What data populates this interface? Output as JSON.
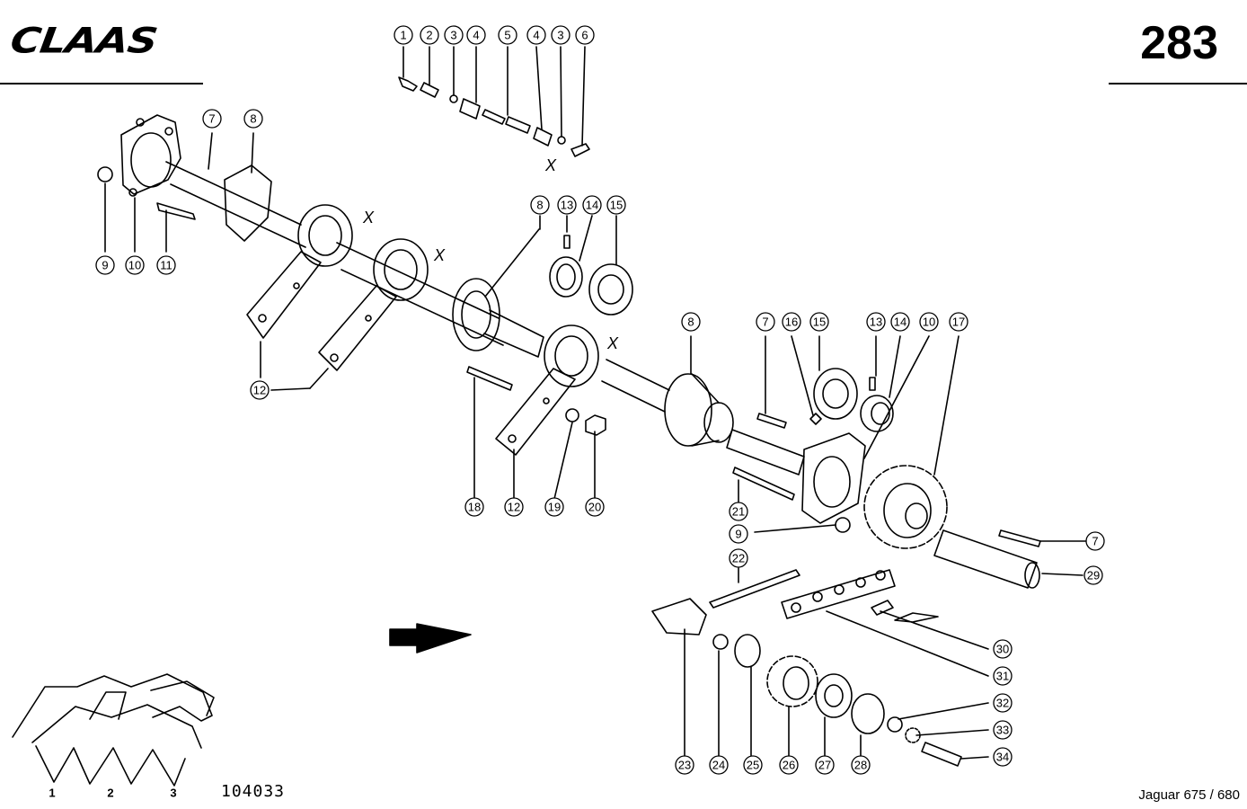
{
  "header": {
    "brand_logo_text": "CLAAS",
    "page_number": "283"
  },
  "footer": {
    "drawing_number": "104033",
    "model": "Jaguar 675 / 680"
  },
  "header_attachment_labels": [
    "1",
    "2",
    "3"
  ],
  "assembly_marker": "X",
  "callouts": [
    {
      "id": "c-top-1",
      "label": "1"
    },
    {
      "id": "c-top-2",
      "label": "2"
    },
    {
      "id": "c-top-3a",
      "label": "3"
    },
    {
      "id": "c-top-4a",
      "label": "4"
    },
    {
      "id": "c-top-5",
      "label": "5"
    },
    {
      "id": "c-top-4b",
      "label": "4"
    },
    {
      "id": "c-top-3b",
      "label": "3"
    },
    {
      "id": "c-top-6",
      "label": "6"
    },
    {
      "id": "c-l-7",
      "label": "7"
    },
    {
      "id": "c-l-8",
      "label": "8"
    },
    {
      "id": "c-l-9",
      "label": "9"
    },
    {
      "id": "c-l-10",
      "label": "10"
    },
    {
      "id": "c-l-11",
      "label": "11"
    },
    {
      "id": "c-m-8",
      "label": "8"
    },
    {
      "id": "c-m-13",
      "label": "13"
    },
    {
      "id": "c-m-14",
      "label": "14"
    },
    {
      "id": "c-m-15",
      "label": "15"
    },
    {
      "id": "c-l-12",
      "label": "12"
    },
    {
      "id": "c-r-8",
      "label": "8"
    },
    {
      "id": "c-r-7",
      "label": "7"
    },
    {
      "id": "c-r-16",
      "label": "16"
    },
    {
      "id": "c-r-15",
      "label": "15"
    },
    {
      "id": "c-r-13",
      "label": "13"
    },
    {
      "id": "c-r-14",
      "label": "14"
    },
    {
      "id": "c-r-10",
      "label": "10"
    },
    {
      "id": "c-r-17",
      "label": "17"
    },
    {
      "id": "c-m-18",
      "label": "18"
    },
    {
      "id": "c-m-12",
      "label": "12"
    },
    {
      "id": "c-m-19",
      "label": "19"
    },
    {
      "id": "c-m-20",
      "label": "20"
    },
    {
      "id": "c-r-21",
      "label": "21"
    },
    {
      "id": "c-r-9",
      "label": "9"
    },
    {
      "id": "c-r-7b",
      "label": "7"
    },
    {
      "id": "c-r-29",
      "label": "29"
    },
    {
      "id": "c-r-22",
      "label": "22"
    },
    {
      "id": "c-r-30",
      "label": "30"
    },
    {
      "id": "c-r-31",
      "label": "31"
    },
    {
      "id": "c-r-32",
      "label": "32"
    },
    {
      "id": "c-r-33",
      "label": "33"
    },
    {
      "id": "c-r-34",
      "label": "34"
    },
    {
      "id": "c-b-23",
      "label": "23"
    },
    {
      "id": "c-b-24",
      "label": "24"
    },
    {
      "id": "c-b-25",
      "label": "25"
    },
    {
      "id": "c-b-26",
      "label": "26"
    },
    {
      "id": "c-b-27",
      "label": "27"
    },
    {
      "id": "c-b-28",
      "label": "28"
    }
  ]
}
